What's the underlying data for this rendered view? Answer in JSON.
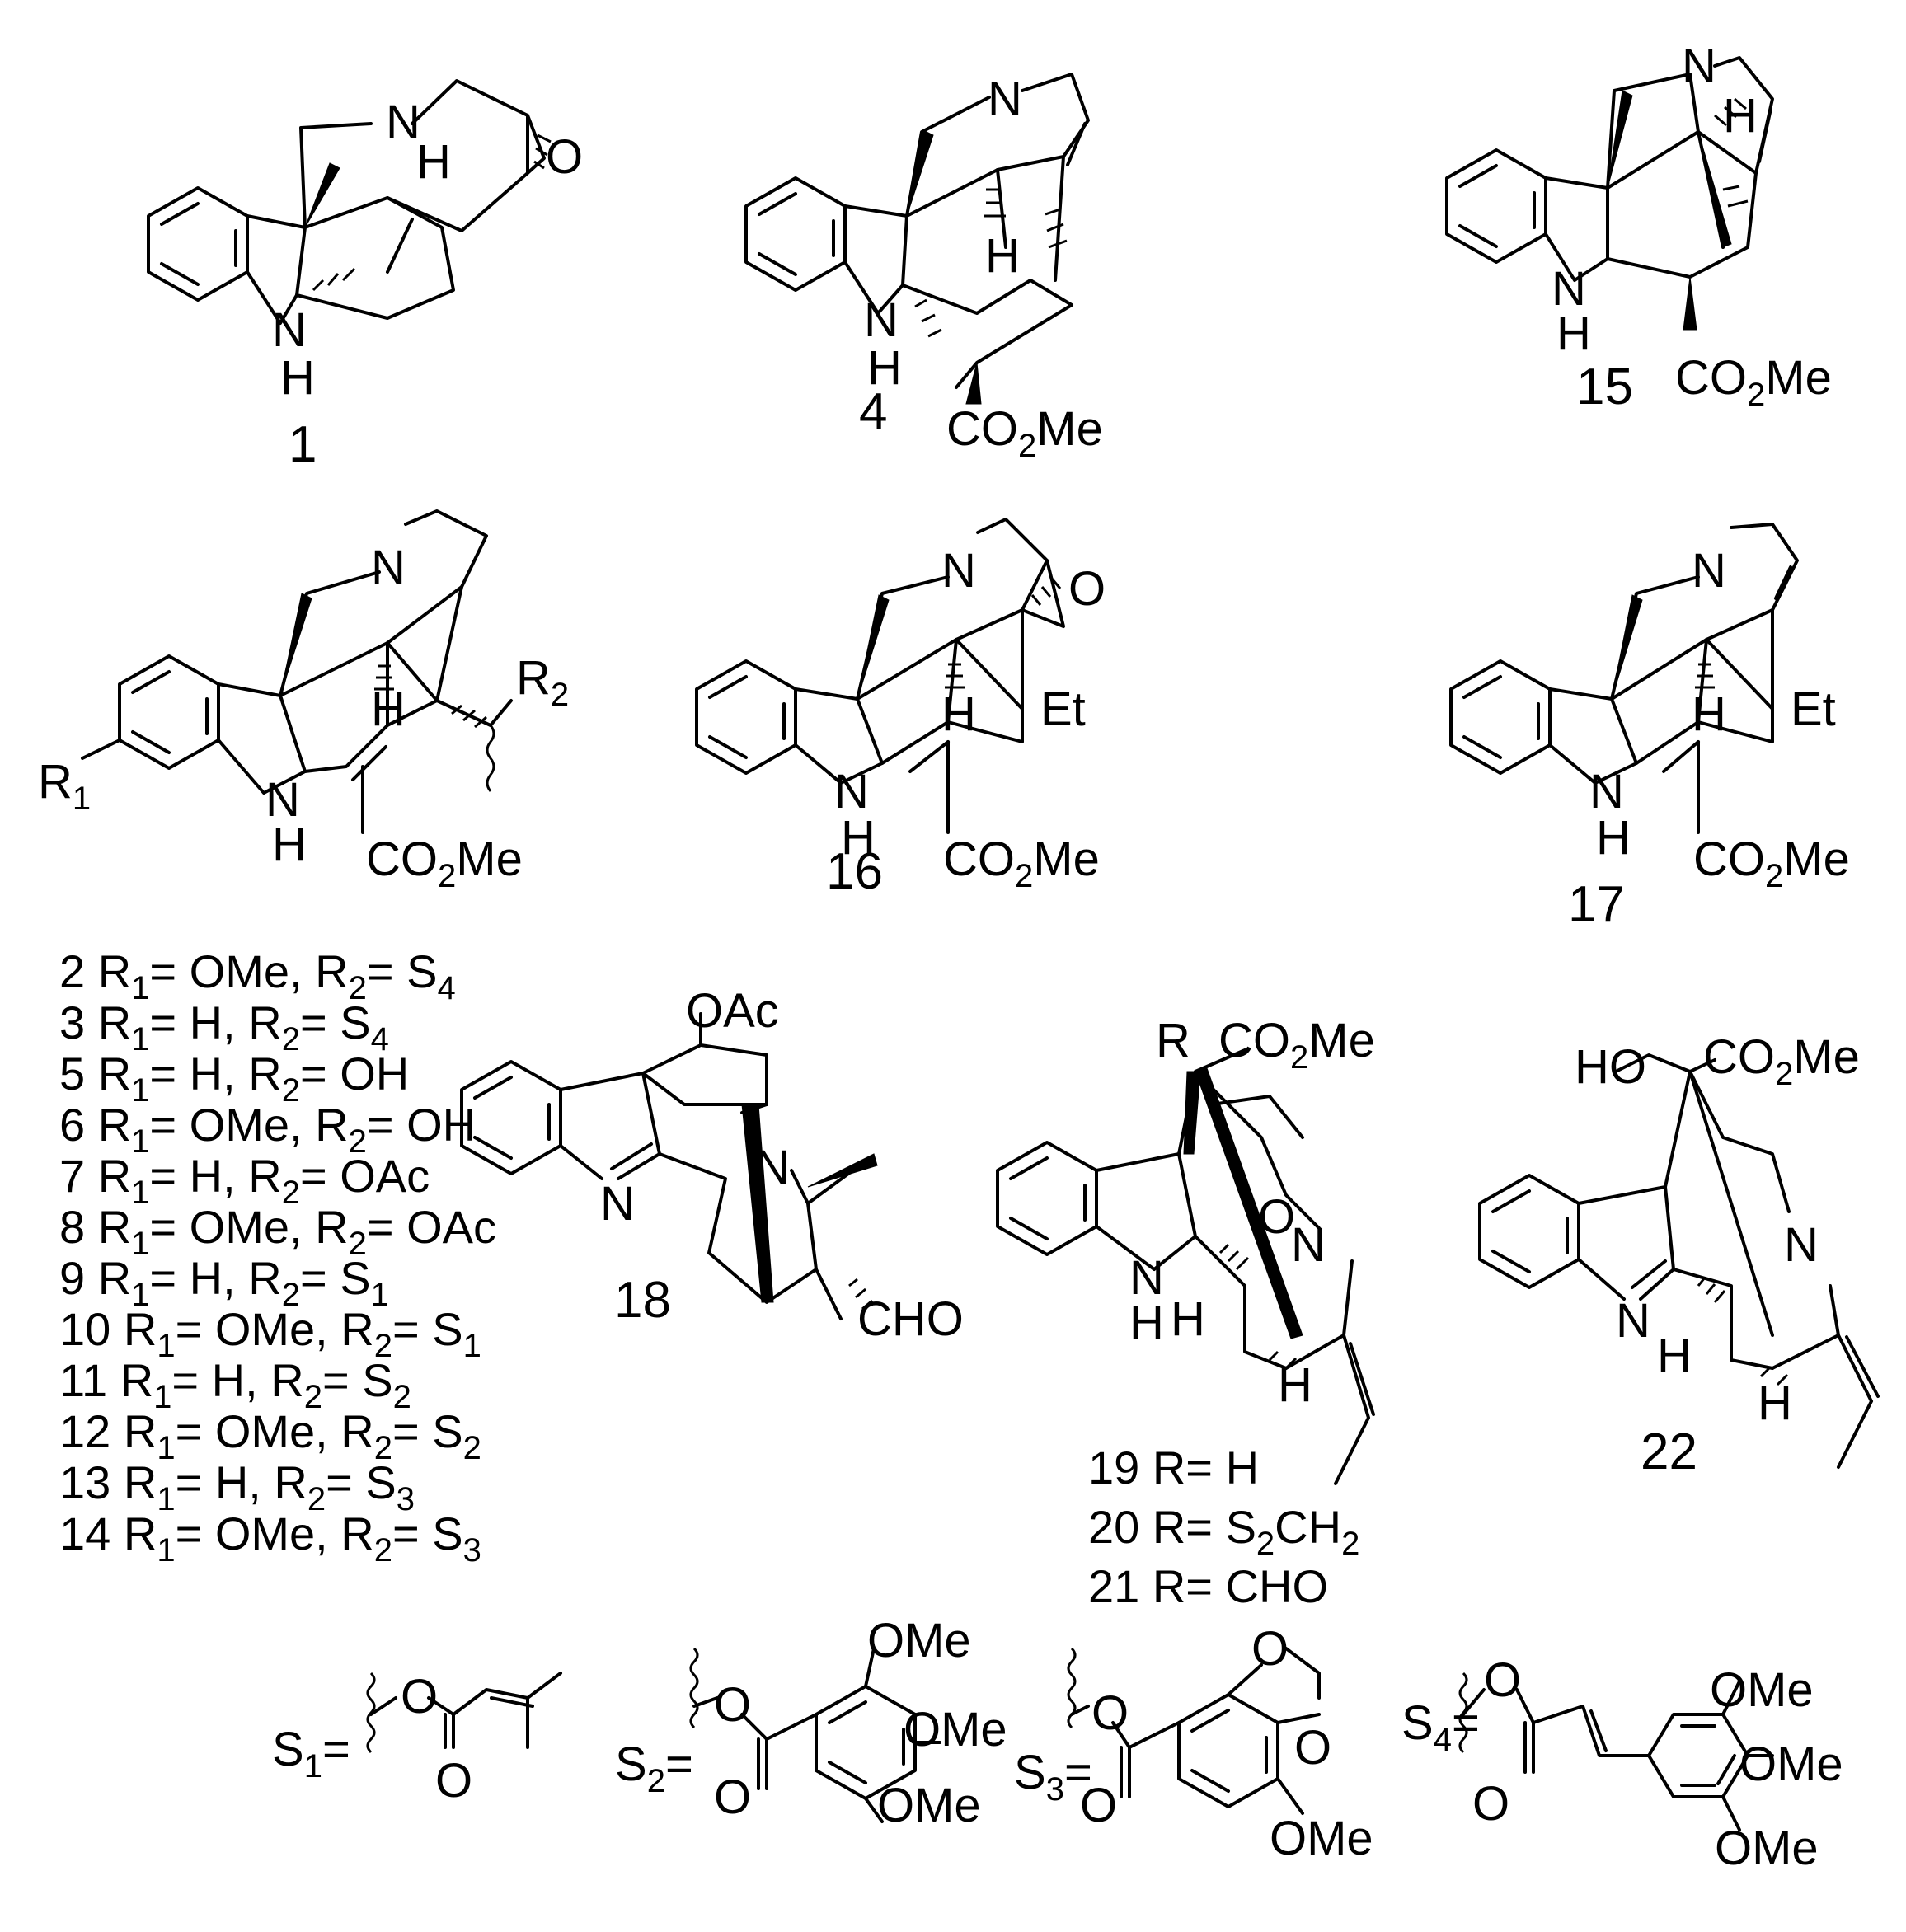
{
  "compounds": [
    {
      "id": "1",
      "labels": {
        "n": "N",
        "o": "O",
        "h": "H",
        "nh_n": "N",
        "nh_h": "H"
      }
    },
    {
      "id": "4",
      "labels": {
        "n": "N",
        "h": "H",
        "nh_n": "N",
        "nh_h": "H",
        "ester": "CO",
        "ester_sub": "2",
        "ester_me": "Me"
      }
    },
    {
      "id": "15",
      "labels": {
        "n": "N",
        "h": "H",
        "nh_n": "N",
        "nh_h": "H",
        "ester": "CO",
        "ester_sub": "2",
        "ester_me": "Me"
      }
    },
    {
      "id": "",
      "labels": {
        "n": "N",
        "h": "H",
        "nh_n": "N",
        "nh_h": "H",
        "ester": "CO",
        "ester_sub": "2",
        "ester_me": "Me",
        "r1": "R",
        "r1_sub": "1",
        "r2": "R",
        "r2_sub": "2"
      }
    },
    {
      "id": "16",
      "labels": {
        "n": "N",
        "o": "O",
        "h": "H",
        "et": "Et",
        "nh_n": "N",
        "nh_h": "H",
        "ester": "CO",
        "ester_sub": "2",
        "ester_me": "Me"
      }
    },
    {
      "id": "17",
      "labels": {
        "n": "N",
        "h": "H",
        "et": "Et",
        "nh_n": "N",
        "nh_h": "H",
        "ester": "CO",
        "ester_sub": "2",
        "ester_me": "Me"
      }
    },
    {
      "id": "18",
      "labels": {
        "oac": "OAc",
        "n_ring": "N",
        "n_imine": "N",
        "cho": "CHO"
      }
    },
    {
      "id": "",
      "labels": {
        "r": "R",
        "ester": "CO",
        "ester_sub": "2",
        "ester_me": "Me",
        "o": "O",
        "n": "N",
        "nh_n": "N",
        "nh_h": "H",
        "h1": "H",
        "h2": "H"
      }
    },
    {
      "id": "22",
      "labels": {
        "ho": "HO",
        "ester": "CO",
        "ester_sub": "2",
        "ester_me": "Me",
        "n": "N",
        "n_imine": "N",
        "h1": "H",
        "h2": "H"
      }
    }
  ],
  "substituent_table": [
    {
      "num": "2",
      "r1": "OMe",
      "r2": "S",
      "r2_sub": "4"
    },
    {
      "num": "3",
      "r1": "H",
      "r2": "S",
      "r2_sub": "4"
    },
    {
      "num": "5",
      "r1": "H",
      "r2": "OH",
      "r2_sub": ""
    },
    {
      "num": "6",
      "r1": "OMe",
      "r2": "OH",
      "r2_sub": ""
    },
    {
      "num": "7",
      "r1": "H",
      "r2": "OAc",
      "r2_sub": ""
    },
    {
      "num": "8",
      "r1": "OMe",
      "r2": "OAc",
      "r2_sub": ""
    },
    {
      "num": "9",
      "r1": "H",
      "r2": "S",
      "r2_sub": "1"
    },
    {
      "num": "10",
      "r1": "OMe",
      "r2": "S",
      "r2_sub": "1"
    },
    {
      "num": "11",
      "r1": "H",
      "r2": "S",
      "r2_sub": "2"
    },
    {
      "num": "12",
      "r1": "OMe",
      "r2": "S",
      "r2_sub": "2"
    },
    {
      "num": "13",
      "r1": "H",
      "r2": "S",
      "r2_sub": "3"
    },
    {
      "num": "14",
      "r1": "OMe",
      "r2": "S",
      "r2_sub": "3"
    }
  ],
  "r_prefix": {
    "r": "R",
    "s1": "1",
    "s2": "2",
    "eq": "= "
  },
  "r_table_19": [
    {
      "num": "19",
      "text": "R= H"
    },
    {
      "num": "20",
      "text": "R= S",
      "sub": "2",
      "after": "CH",
      "sub2": "2"
    },
    {
      "num": "21",
      "text": "R= CHO"
    }
  ],
  "side_chains": [
    {
      "name": "S",
      "sub": "1",
      "eq": "=",
      "atoms": [
        "O",
        "O"
      ]
    },
    {
      "name": "S",
      "sub": "2",
      "eq": "=",
      "atoms": [
        "O",
        "O",
        "OMe",
        "OMe",
        "OMe"
      ]
    },
    {
      "name": "S",
      "sub": "3",
      "eq": "=",
      "atoms": [
        "O",
        "O",
        "O",
        "O",
        "OMe"
      ]
    },
    {
      "name": "S",
      "sub": "4",
      "eq": "=",
      "atoms": [
        "O",
        "O",
        "OMe",
        "OMe",
        "OMe"
      ]
    }
  ]
}
